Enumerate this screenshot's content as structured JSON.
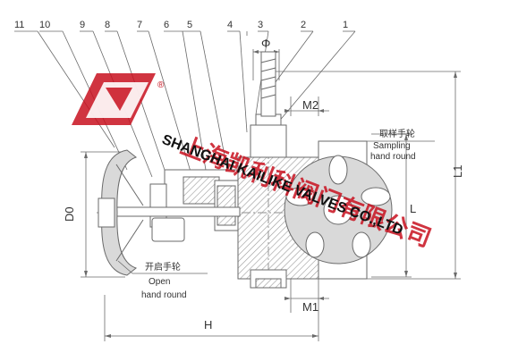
{
  "part_numbers": [
    "11",
    "10",
    "9",
    "8",
    "7",
    "6",
    "5",
    "4",
    "3",
    "2",
    "1"
  ],
  "dimensions": {
    "phi": "Φ",
    "m2": "M2",
    "m1": "M1",
    "d0": "D0",
    "h": "H",
    "l": "L",
    "l1": "L1"
  },
  "labels": {
    "sampling_cn": "取样手轮",
    "sampling_en_1": "Sampling",
    "sampling_en_2": "hand round",
    "open_cn": "开启手轮",
    "open_en_1": "Open",
    "open_en_2": "hand round"
  },
  "watermark": {
    "logo_mark": "®",
    "name_cn": "上海凯利科阀门有限公司",
    "name_en": "SHANGHAI KAILIKE VALVES CO.,LTD"
  },
  "colors": {
    "line": "#6a6a6a",
    "watermark": "#c8101e",
    "hatch": "#9a9a9a"
  }
}
